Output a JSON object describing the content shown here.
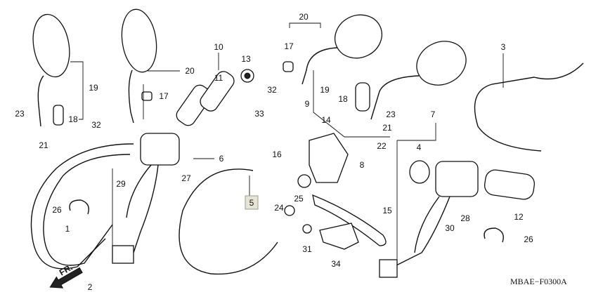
{
  "diagram": {
    "callouts": [
      "19",
      "23",
      "18",
      "21",
      "20",
      "17",
      "32",
      "10",
      "11",
      "13",
      "29",
      "27",
      "6",
      "26",
      "1",
      "2",
      "5",
      "33",
      "9",
      "16",
      "25",
      "24",
      "14",
      "22",
      "8",
      "15",
      "31",
      "34",
      "20",
      "17",
      "32",
      "19",
      "18",
      "23",
      "21",
      "3",
      "7",
      "4",
      "28",
      "30",
      "12",
      "26"
    ],
    "highlighted_callout": "5",
    "highlight_color": "#e8e4d4",
    "direction_marker": "FR.",
    "drawing_code": "MBAE−F0300A"
  }
}
